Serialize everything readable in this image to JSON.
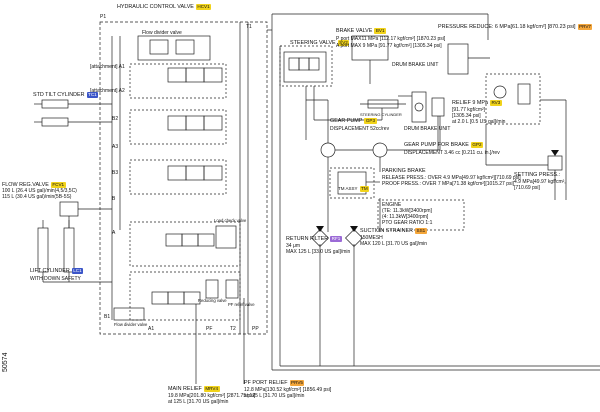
{
  "tag_colors": {
    "yellow": "#f1d31b",
    "blue": "#3b55c8",
    "violet": "#9b6ad6",
    "orange": "#f4a63a",
    "green": "#8cc63f"
  },
  "labels": {
    "hcv": {
      "text": "HYDRAULIC CONTROL VALVE",
      "tag": "HCV1"
    },
    "flow_divider_valve": "Flow divider valve",
    "attach_a1": "[attachment] A1",
    "attach_a2": "[attachment] A2",
    "b2": "B2",
    "b3": "B3",
    "b1": "B1",
    "a3": "A3",
    "b_label": "B",
    "a_label": "A",
    "std_tilt": {
      "text": "STD TILT CYLINDER",
      "tag": "TC1"
    },
    "flow_reg": {
      "text": "FLOW REG.VALVE",
      "tag": "FCV1"
    },
    "flow_reg_l1": "100 L (26.4 US gal)/min(4,5/3,5C)",
    "flow_reg_l2": "115 L (30.4 US gal)/min(5B-5S)",
    "lift_cyl": {
      "text": "LIFT CYLINDER",
      "tag": "LC1"
    },
    "lift_cyl_l2": "WITH DOWN SAFETY",
    "steering_valve": {
      "text": "STEERING VALVE",
      "tag": "SV2"
    },
    "brake_valve": {
      "text": "BRAKE VALVE",
      "tag": "BV1"
    },
    "brake_p": "P port MAX11 MPa [112.17 kgf/cm²] [1870.23 psi]",
    "brake_a": "A port MAX 9 MPa [91.77 kgf/cm²] [1305.34 psi]",
    "pressure_reduce": {
      "text": "PRESSURE REDUCE: 6 MPa[61.18 kgf/cm²] [870.23 psi]",
      "tag": "PRV7"
    },
    "drum_brake_unit": "DRUM BRAKE UNIT",
    "drum_brake_unit2": "DRUM BRAKE UNIT",
    "steering_cyl": "STEERING CYLINDER",
    "relief": {
      "text": "RELIEF 9 MPa",
      "tag": "RV3"
    },
    "relief_l2": "[91.77 kgf/cm²]",
    "relief_l3": "[1305.34 psi]",
    "relief_l4": "at 2.0 L [0.5 US gal]/min",
    "gear_pump_steer": {
      "text": "GEAR PUMP",
      "tag": "GP3"
    },
    "gear_pump_steer_l2": "DISPLACEMENT 52cc/rev",
    "gear_pump_brake": {
      "text": "GEAR PUMP FOR BRAKE",
      "tag": "GP2"
    },
    "gear_pump_brake_l2": "DISPLACEMENT 3.46 cc [0.211 cu. in.]/rev",
    "parking_brake": "PARKING BRAKE",
    "parking_l2": "RELEASE PRESS.: OVER 4.9 MPa[49.97 kgf/cm²][710.69 psi]",
    "parking_l3": "PROOF PRESS.: OVER 7 MPa[71.38 kgf/cm²][1015.27 psi]",
    "engine": "ENGINE",
    "engine_l2": "(TE: 11.3kW[3400rpm]",
    "engine_l3": "(4: 11.3kW[3400rpm]",
    "engine_l4": "PTO GEAR RATIO 1:1",
    "tm": {
      "text": "TM ASSY",
      "tag": "TM"
    },
    "setting_press": "SETTING PRESS.:",
    "setting_l2": "4.9 MPa[49.97 kgf/cm²,",
    "setting_l3": "[710.69 psi]",
    "return_filter": {
      "text": "RETURN FILTER",
      "tag": "RF1"
    },
    "return_l2": "34 μm",
    "return_l3": "MAX 125 L [33.0 US gal]/min",
    "suction_strainer": {
      "text": "SUCTION STRAINER",
      "tag": "SS1"
    },
    "suction_l2": "150MESH",
    "suction_l3": "MAX 120 L [31.70 US gal]/min",
    "load_check": "Load check valve",
    "reducing_valve": "Reducing valve",
    "pf_relief_valve": "PF relief valve",
    "flow_divider_valve2": "Flow divider valve",
    "main_relief": {
      "text": "MAIN RELIEF",
      "tag": "MRV4"
    },
    "main_relief_l2": "19.8 MPa[201.80 kgf/cm²] [2871.75 psi]",
    "main_relief_l3": "at 125 L [31.70 US gal]/min",
    "pf_port_relief": {
      "text": "PF PORT RELIEF",
      "tag": "PRV5"
    },
    "pf_port_l2": "12.8 MPa[130.52 kgf/cm²] [1856.49 psi]",
    "pf_port_l3": "at 125 L [31.70 US gal]/min",
    "side_number": "50574",
    "t1": "T1",
    "p1": "P1",
    "a1": "A1",
    "pf": "PF",
    "t2": "T2",
    "pp": "PP"
  }
}
